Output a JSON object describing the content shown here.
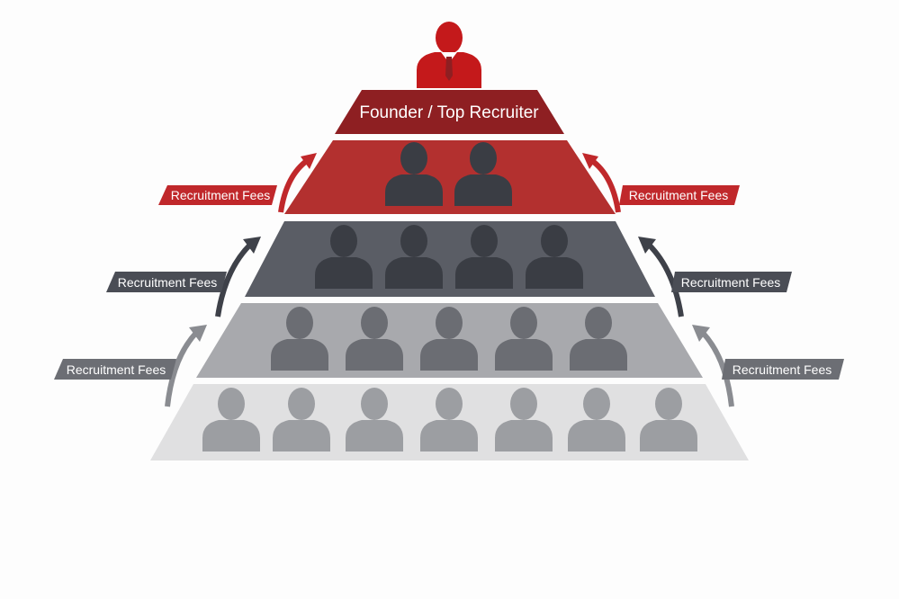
{
  "diagram": {
    "top_label": "Founder / Top Recruiter",
    "fee_label": "Recruitment Fees",
    "tiers": [
      {
        "people": 1,
        "color": "#c4191b"
      },
      {
        "people": 2,
        "color": "#b3302f"
      },
      {
        "people": 4,
        "color": "#5a5d65"
      },
      {
        "people": 5,
        "color": "#a8a9ad"
      },
      {
        "people": 7,
        "color": "#e0e0e1"
      }
    ],
    "fee_tags": [
      {
        "side": "left",
        "color": "#c0282b"
      },
      {
        "side": "left",
        "color": "#4a4d55"
      },
      {
        "side": "left",
        "color": "#6c6e74"
      },
      {
        "side": "right",
        "color": "#c0282b"
      },
      {
        "side": "right",
        "color": "#4a4d55"
      },
      {
        "side": "right",
        "color": "#6c6e74"
      }
    ],
    "colors": {
      "founder_band": "#8e1f22",
      "red_people": "#3a3d44",
      "dark_people": "#3a3d44",
      "mid_people": "#6b6d73",
      "light_people": "#9c9ea2",
      "arrow_red": "#c0282b",
      "arrow_dark": "#3e4149",
      "arrow_mid": "#8a8c91"
    }
  }
}
